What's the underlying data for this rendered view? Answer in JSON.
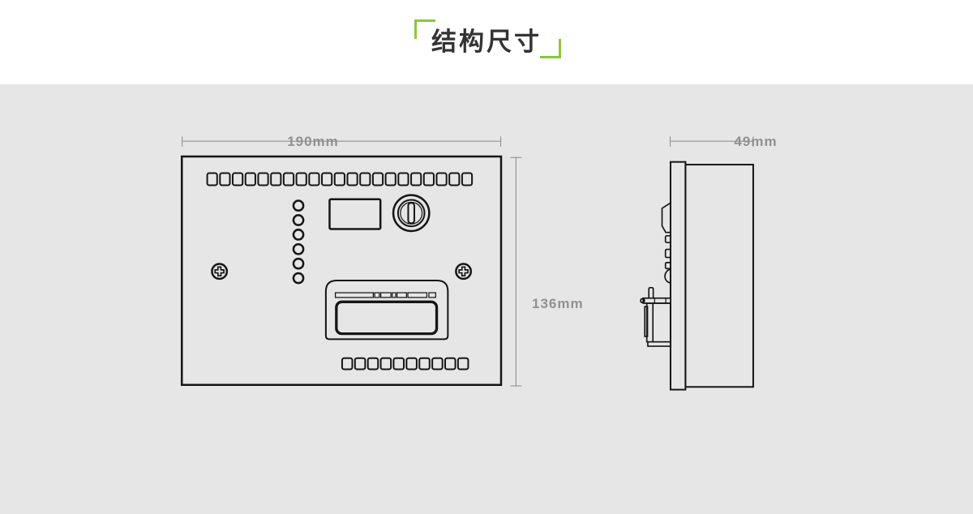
{
  "page": {
    "title": "结构尺寸",
    "accent_color": "#8dc63f",
    "background_color": "#ffffff",
    "drawing_background_color": "#e6e6e6",
    "line_color": "#161616",
    "dimension_text_color": "#8f9193"
  },
  "front_view": {
    "name": "front-panel-view",
    "width_label": "190mm",
    "height_label": "136mm",
    "top_indicator_count": 21,
    "left_indicator_count": 6,
    "bottom_indicator_count": 10
  },
  "side_view": {
    "name": "side-profile-view",
    "depth_label": "49mm"
  }
}
